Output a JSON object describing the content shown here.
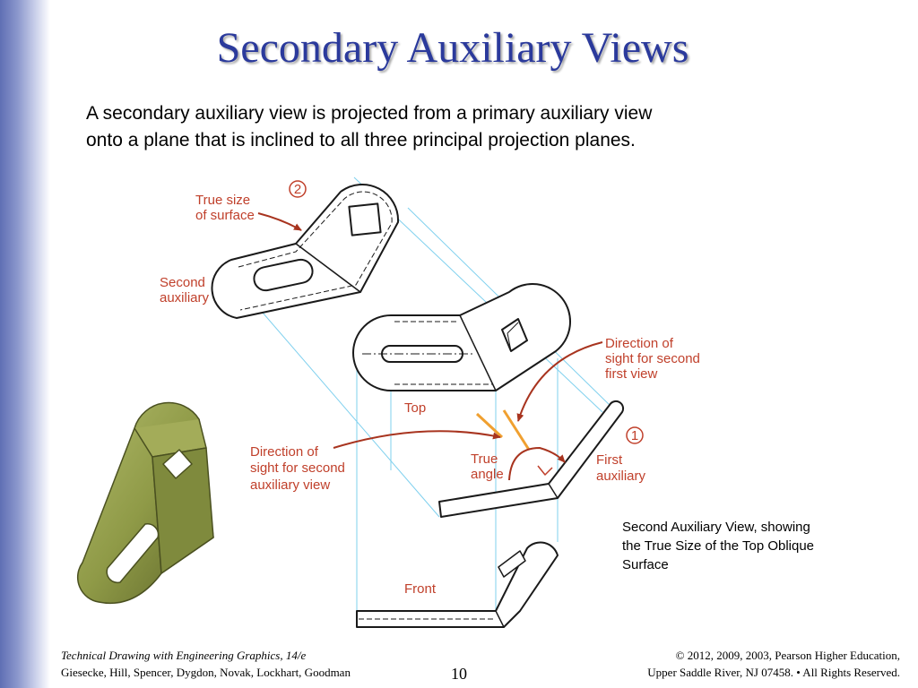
{
  "slide": {
    "title": "Secondary Auxiliary Views",
    "intro_lines": [
      "A secondary auxiliary view is projected from a primary auxiliary view",
      "onto a plane that is inclined to all three principal projection planes."
    ],
    "caption_lines": [
      "Second Auxiliary View,  showing",
      "the True Size of the Top Oblique",
      "Surface"
    ],
    "page_number": "10"
  },
  "figure": {
    "labels": {
      "true_size_1": "True size",
      "true_size_2": "of surface",
      "second_aux_1": "Second",
      "second_aux_2": "auxiliary",
      "dir_first_1": "Direction of",
      "dir_first_2": "sight for second",
      "dir_first_3": "first view",
      "top": "Top",
      "dir_second_1": "Direction of",
      "dir_second_2": "sight for second",
      "dir_second_3": "auxiliary view",
      "true_angle_1": "True",
      "true_angle_2": "angle",
      "first_aux_1": "First",
      "first_aux_2": "auxiliary",
      "front": "Front"
    },
    "markers": {
      "one": "1",
      "two": "2"
    },
    "colors": {
      "label": "#c0402b",
      "projection_line": "#7fd0ee",
      "outline": "#1a1a1a",
      "model": "#8f9a47",
      "sight_marker": "#f0a030"
    }
  },
  "footer": {
    "book_title": "Technical Drawing with Engineering Graphics, 14/e",
    "authors": "Giesecke, Hill, Spencer, Dygdon, Novak, Lockhart, Goodman",
    "copyright_line1": "© 2012, 2009, 2003, Pearson Higher Education,",
    "copyright_line2": "Upper Saddle River, NJ 07458. • All Rights Reserved."
  }
}
